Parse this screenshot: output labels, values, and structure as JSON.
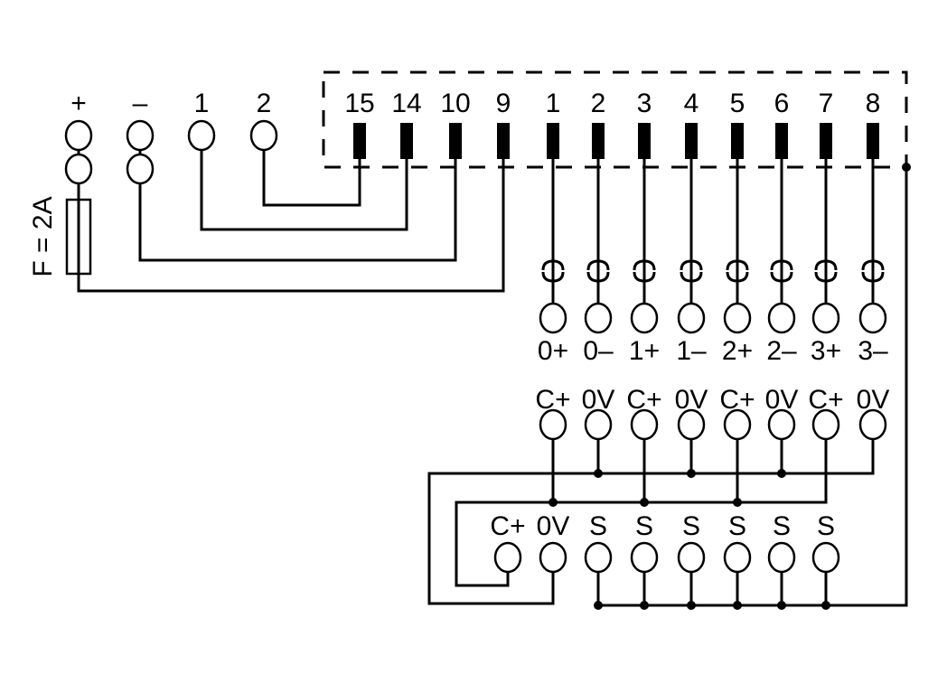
{
  "diagram": {
    "line_color": "#000000",
    "background": "#ffffff",
    "supply_terminals": [
      "+",
      "–",
      "1",
      "2"
    ],
    "fuse_label": "F = 2A",
    "connector_pins": [
      "15",
      "14",
      "10",
      "9",
      "1",
      "2",
      "3",
      "4",
      "5",
      "6",
      "7",
      "8"
    ],
    "channel_labels": [
      "0+",
      "0–",
      "1+",
      "1–",
      "2+",
      "2–",
      "3+",
      "3–"
    ],
    "supply_labels": [
      "C+",
      "0V",
      "C+",
      "0V",
      "C+",
      "0V",
      "C+",
      "0V"
    ],
    "shield_labels": [
      "C+",
      "0V",
      "S",
      "S",
      "S",
      "S",
      "S",
      "S"
    ],
    "wiring": [
      {
        "from": "2",
        "to": "15"
      },
      {
        "from": "1",
        "to": "14"
      },
      {
        "from": "–",
        "to": "10"
      },
      {
        "from": "+",
        "to": "9",
        "via": "fuse"
      }
    ]
  }
}
